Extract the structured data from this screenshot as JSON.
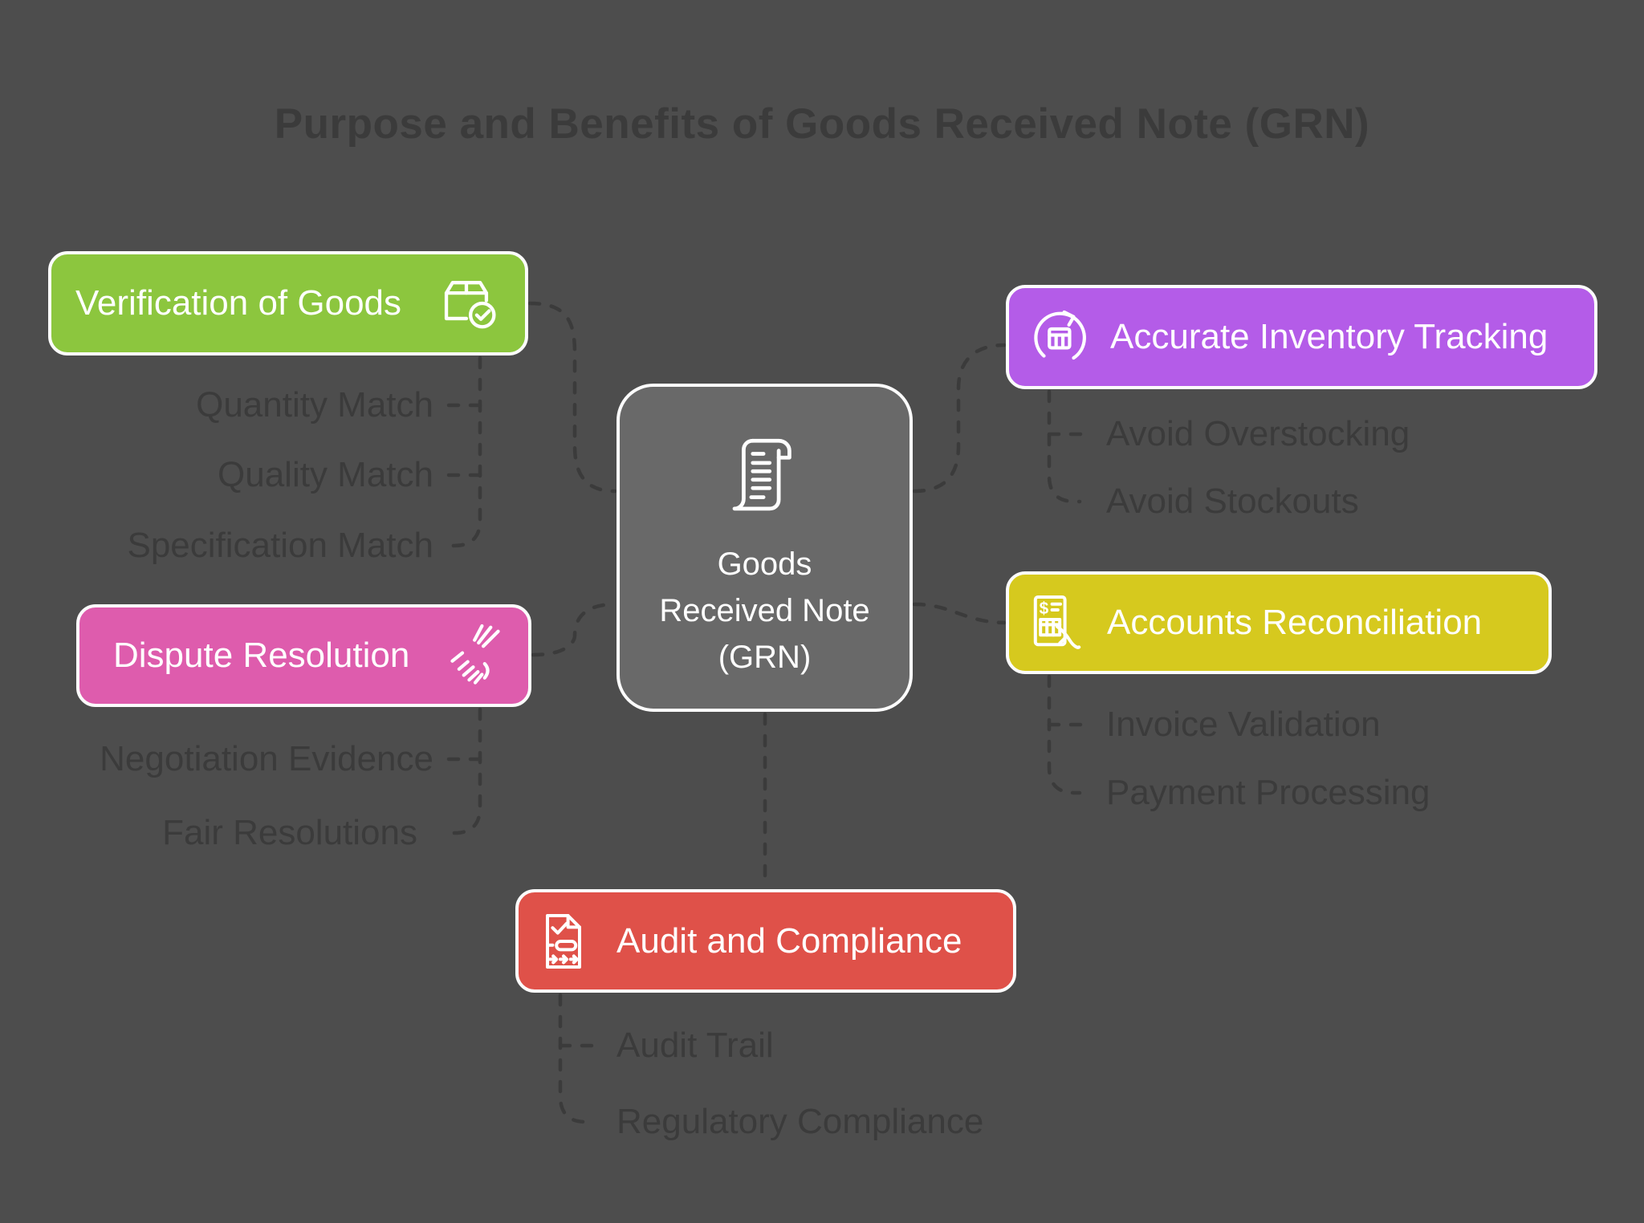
{
  "title": "Purpose and Benefits of Goods Received Note (GRN)",
  "center": {
    "label": "Goods Received Note (GRN)",
    "icon": "receipt-icon"
  },
  "branches": [
    {
      "id": "verification",
      "label": "Verification of Goods",
      "icon": "package-check-icon",
      "color": "#8cc63e",
      "items": [
        "Quantity Match",
        "Quality Match",
        "Specification Match"
      ]
    },
    {
      "id": "inventory",
      "label": "Accurate Inventory Tracking",
      "icon": "inventory-cycle-icon",
      "color": "#b45ce8",
      "items": [
        "Avoid Overstocking",
        "Avoid Stockouts"
      ]
    },
    {
      "id": "dispute",
      "label": "Dispute Resolution",
      "icon": "handshake-icon",
      "color": "#de5cad",
      "items": [
        "Negotiation Evidence",
        "Fair Resolutions"
      ]
    },
    {
      "id": "accounts",
      "label": "Accounts Reconciliation",
      "icon": "invoice-hand-icon",
      "color": "#d6c91e",
      "items": [
        "Invoice Validation",
        "Payment Processing"
      ]
    },
    {
      "id": "audit",
      "label": "Audit and Compliance",
      "icon": "checklist-process-icon",
      "color": "#df5149",
      "items": [
        "Audit Trail",
        "Regulatory Compliance"
      ]
    }
  ],
  "colors": {
    "background": "#4d4d4d",
    "muted_text": "#3b3b3b",
    "connector": "#3b3b3b",
    "node_text": "#ffffff",
    "center_fill": "#696969",
    "node_border": "#fcfcfc"
  }
}
